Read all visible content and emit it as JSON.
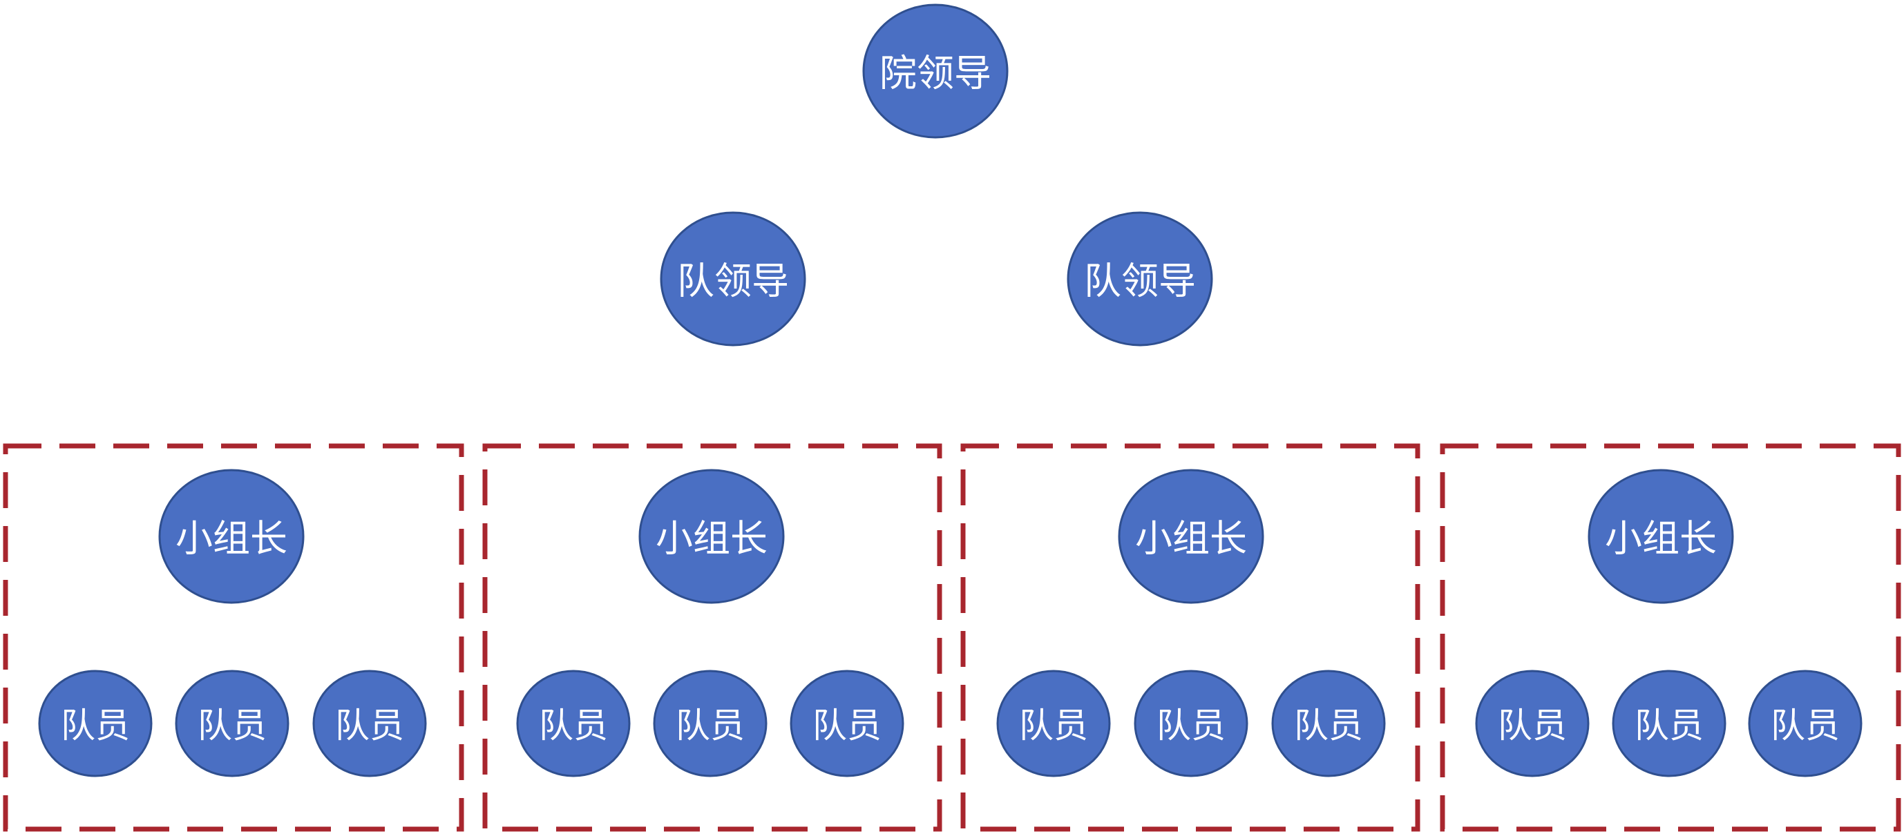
{
  "colors": {
    "node_fill": "#4A6FC3",
    "node_stroke": "#2F4F8F",
    "node_text": "#FFFFFF",
    "group_border": "#A8262E"
  },
  "institute_leader": {
    "label": "院领导"
  },
  "team_leaders": [
    {
      "label": "队领导"
    },
    {
      "label": "队领导"
    }
  ],
  "groups": [
    {
      "leader": {
        "label": "小组长"
      },
      "members": [
        {
          "label": "队员"
        },
        {
          "label": "队员"
        },
        {
          "label": "队员"
        }
      ]
    },
    {
      "leader": {
        "label": "小组长"
      },
      "members": [
        {
          "label": "队员"
        },
        {
          "label": "队员"
        },
        {
          "label": "队员"
        }
      ]
    },
    {
      "leader": {
        "label": "小组长"
      },
      "members": [
        {
          "label": "队员"
        },
        {
          "label": "队员"
        },
        {
          "label": "队员"
        }
      ]
    },
    {
      "leader": {
        "label": "小组长"
      },
      "members": [
        {
          "label": "队员"
        },
        {
          "label": "队员"
        },
        {
          "label": "队员"
        }
      ]
    }
  ]
}
